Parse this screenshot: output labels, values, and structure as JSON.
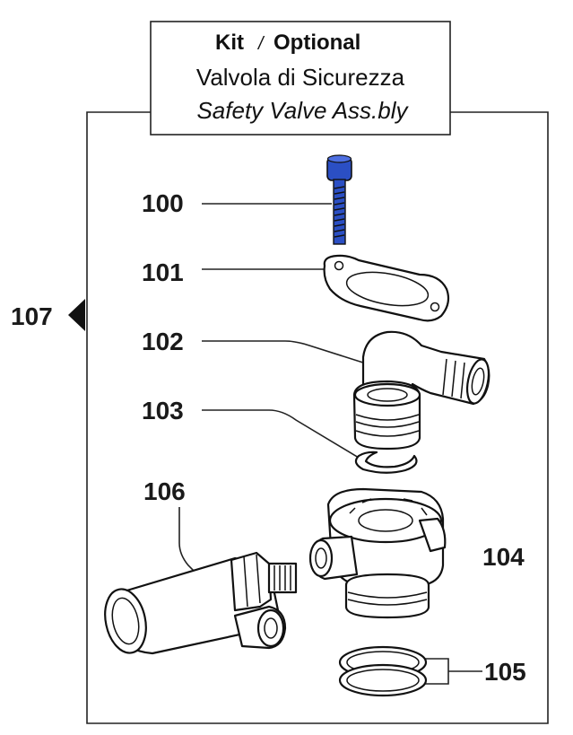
{
  "title": {
    "kit": "Kit",
    "separator": "/",
    "optional": "Optional",
    "italian": "Valvola di Sicurezza",
    "english": "Safety Valve Ass.bly"
  },
  "callouts": {
    "assembly": "107",
    "screw": "100",
    "gasket": "101",
    "elbow": "102",
    "ring": "103",
    "valve_body": "104",
    "o_rings": "105",
    "fitting": "106"
  },
  "colors": {
    "screw": "#2b4fc4",
    "line": "#222222"
  }
}
